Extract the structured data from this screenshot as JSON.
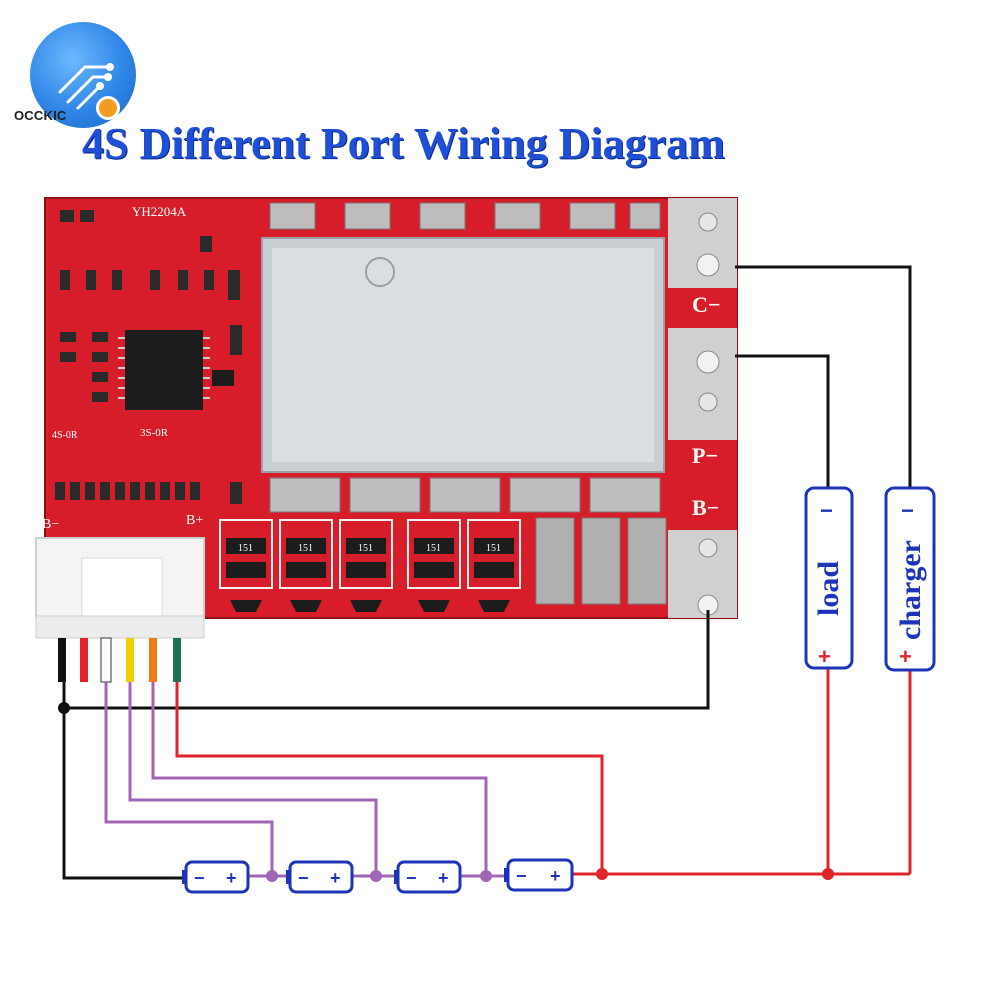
{
  "title": "4S Different Port Wiring Diagram",
  "logo": {
    "brand_text": "OCCKIC",
    "icon": "circuit-logo-icon"
  },
  "board": {
    "model": "YH2204A",
    "resistor_label": "3S-0R",
    "side_label": "4S-0R",
    "pad_labels": {
      "c_minus": "C−",
      "p_minus": "P−",
      "b_minus": "B−"
    },
    "connector_labels": {
      "b_minus": "B−",
      "b_plus": "B+"
    },
    "smd_label": "151"
  },
  "devices": {
    "load": {
      "label": "load",
      "minus": "−",
      "plus": "+"
    },
    "charger": {
      "label": "charger",
      "minus": "−",
      "plus": "+"
    }
  },
  "cells": [
    {
      "minus": "−",
      "plus": "+"
    },
    {
      "minus": "−",
      "plus": "+"
    },
    {
      "minus": "−",
      "plus": "+"
    },
    {
      "minus": "−",
      "plus": "+"
    }
  ],
  "colors": {
    "title": "#1f4fd6",
    "pcb_red": "#d81d2a",
    "wire_black": "#111111",
    "wire_red": "#e0242c",
    "wire_purple": "#a066b6",
    "device_blue": "#1e34b8"
  }
}
